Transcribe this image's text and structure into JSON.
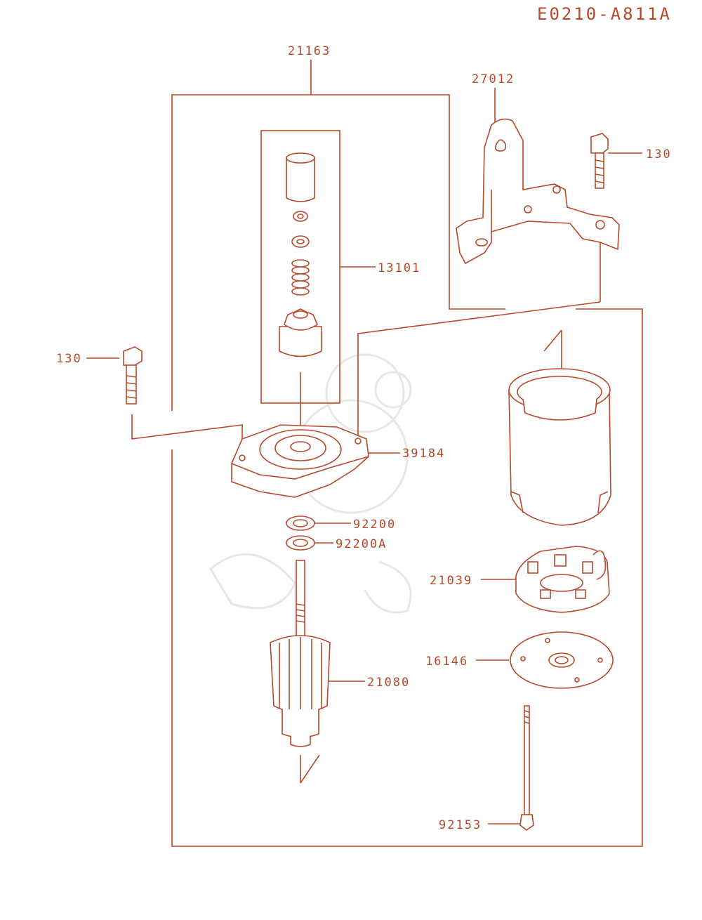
{
  "diagram_id": "E0210-A811A",
  "colors": {
    "line": "#b8492a",
    "fill": "#ffffff",
    "watermark": "#ece6e2"
  },
  "labels": {
    "starter_assy": "21163",
    "bracket": "27012",
    "bolt_right": "130",
    "pinion_set": "13101",
    "bolt_left": "130",
    "end_cover": "39184",
    "washer": "92200",
    "washer_a": "92200A",
    "brush_holder": "21039",
    "plate": "16146",
    "armature": "21080",
    "through_bolt": "92153"
  }
}
